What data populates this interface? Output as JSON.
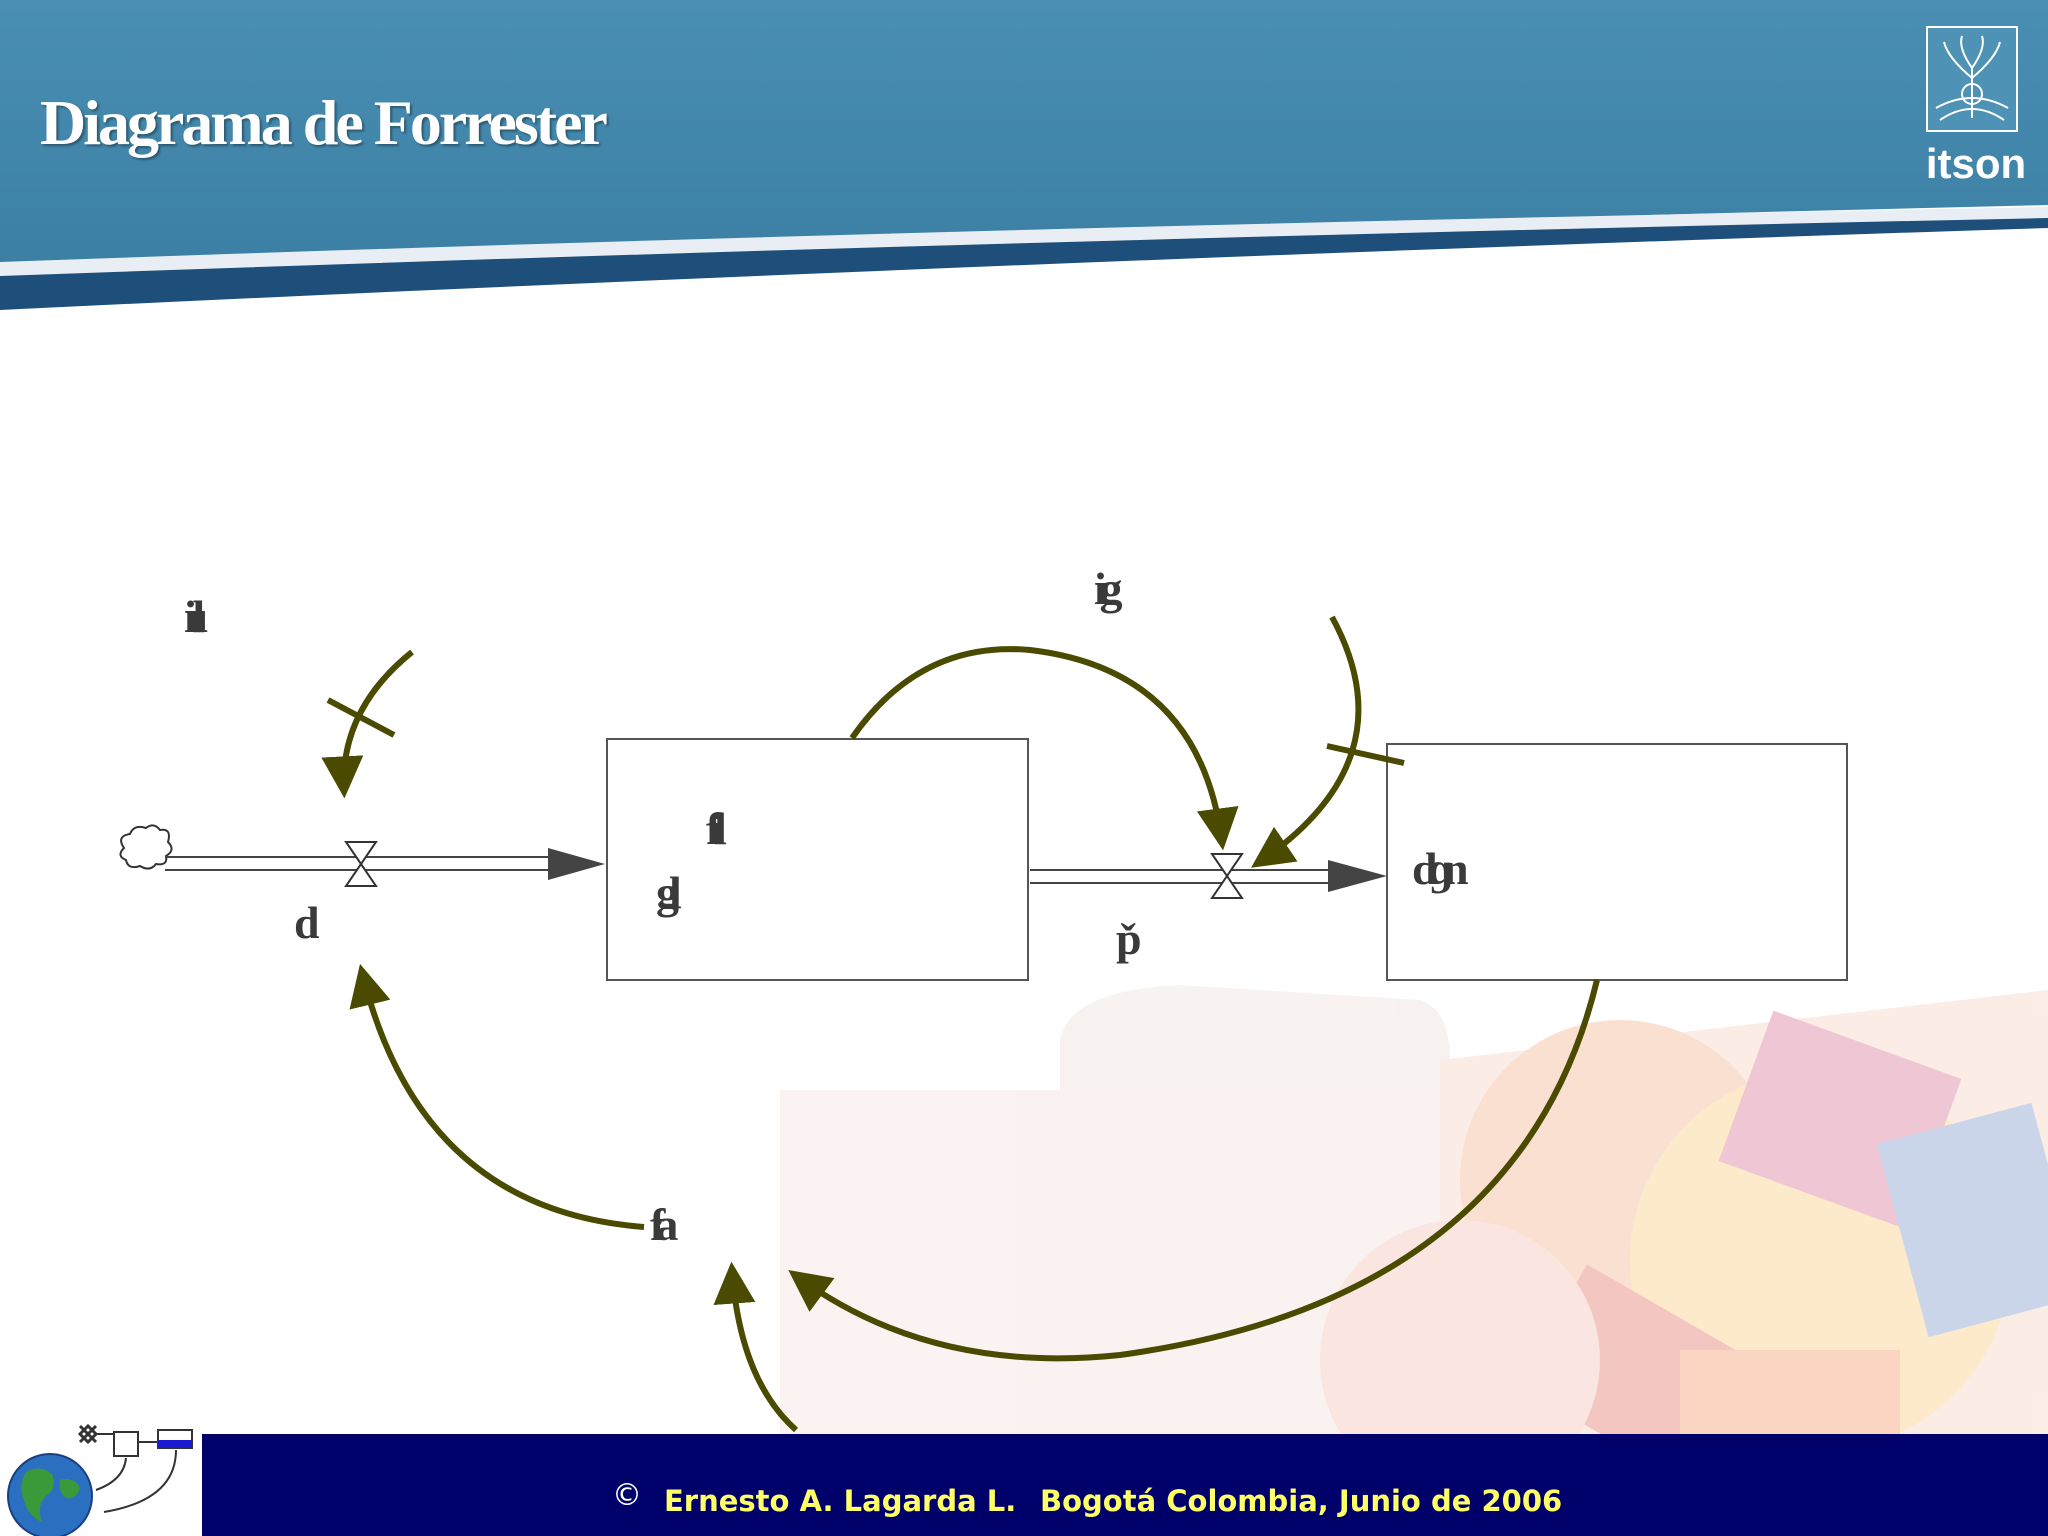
{
  "header": {
    "title": "Diagrama de Forrester",
    "logo_text": "itson",
    "logo_icon": "itson-emblem-icon"
  },
  "diagram": {
    "labels": {
      "top_left": "iıılı",
      "flow_left": "d",
      "stock_left_a": "fil",
      "stock_left_b": "gl",
      "top_middle": "iıg",
      "flow_right": "p̌",
      "stock_right": "dɡn",
      "bottom": "fa"
    },
    "stroke_colors": {
      "link_arrow": "#4a4a00",
      "pipe": "#444444",
      "stock_border": "#555555"
    }
  },
  "footer": {
    "copyright_symbol": "©",
    "author": "Ernesto A. Lagarda L.",
    "place_date": "Bogotá Colombia, Junio de 2006",
    "logo_icon": "vensim-globe-icon"
  }
}
